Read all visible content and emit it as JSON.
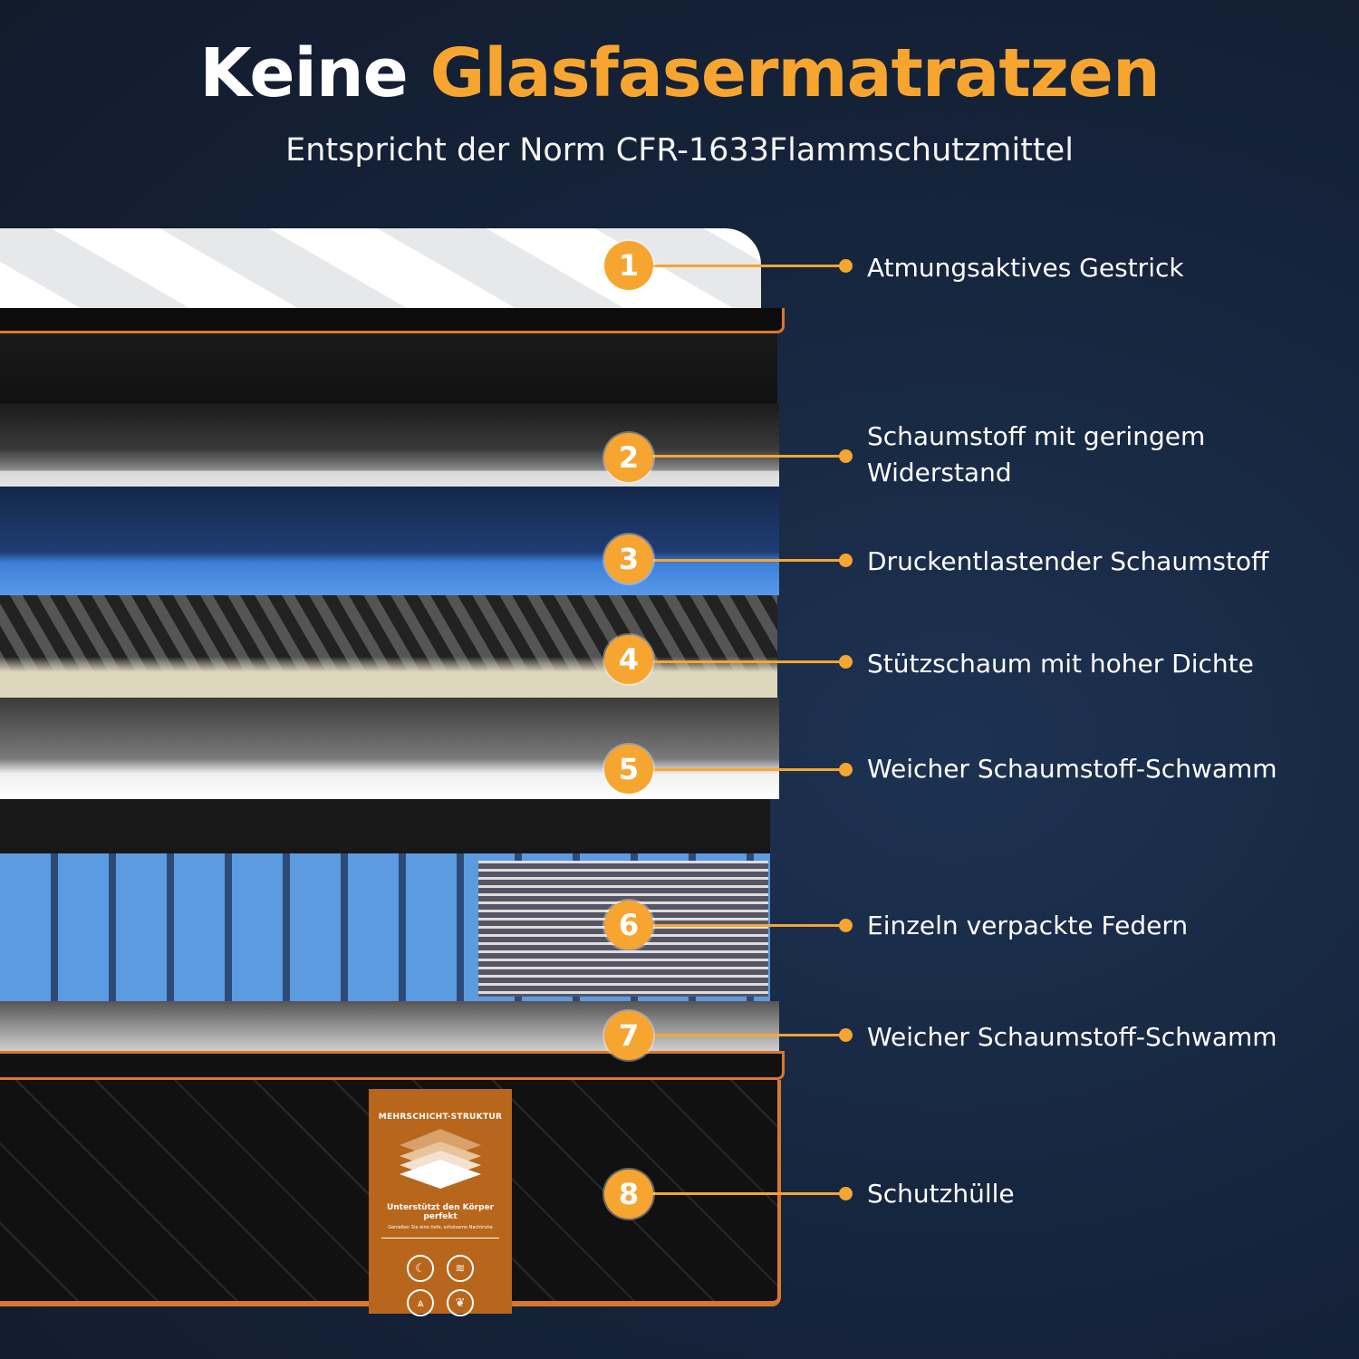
{
  "title": {
    "white": "Keine",
    "highlight": "Glasfasermatratzen"
  },
  "subtitle": "Entspricht der Norm CFR-1633Flammschutzmittel",
  "layers": [
    {
      "number": "1",
      "label": "Atmungsaktives Gestrick"
    },
    {
      "number": "2",
      "label": "Schaumstoff mit geringem Widerstand"
    },
    {
      "number": "3",
      "label": "Druckentlastender Schaumstoff"
    },
    {
      "number": "4",
      "label": "Stützschaum mit hoher Dichte"
    },
    {
      "number": "5",
      "label": "Weicher Schaumstoff-Schwamm"
    },
    {
      "number": "6",
      "label": "Einzeln verpackte Federn"
    },
    {
      "number": "7",
      "label": "Weicher Schaumstoff-Schwamm"
    },
    {
      "number": "8",
      "label": "Schutzhülle"
    }
  ],
  "tag": {
    "heading": "MEHRSCHICHT-STRUKTUR",
    "slogan": "Unterstützt den Körper perfekt",
    "subslogan": "Genießen Sie eine tiefe, erholsame Nachtruhe",
    "icons": [
      "sleep-moon-icon",
      "breathable-waves-icon",
      "support-pressure-icon",
      "leaf-eco-icon"
    ]
  },
  "colors": {
    "accent": "#f7a531",
    "background": "#15233a"
  }
}
